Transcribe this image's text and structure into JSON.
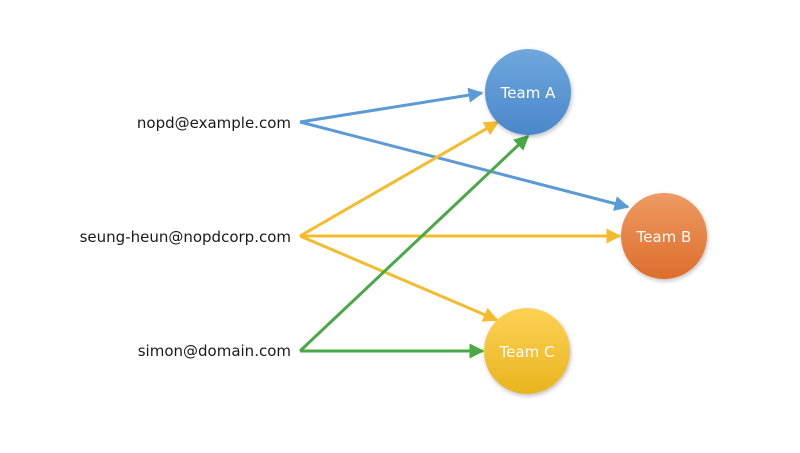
{
  "users": [
    {
      "id": "u1",
      "email": "nopd@example.com"
    },
    {
      "id": "u2",
      "email": "seung-heun@nopdcorp.com"
    },
    {
      "id": "u3",
      "email": "simon@domain.com"
    }
  ],
  "teams": [
    {
      "id": "a",
      "label": "Team A",
      "color_top": "#6fa6dc",
      "color_bottom": "#4a88cb"
    },
    {
      "id": "b",
      "label": "Team B",
      "color_top": "#ee9a63",
      "color_bottom": "#dd6d2b"
    },
    {
      "id": "c",
      "label": "Team C",
      "color_top": "#fdd155",
      "color_bottom": "#e8b41f"
    }
  ],
  "connections": [
    {
      "from": "u1",
      "to": "a",
      "color": "#5b9bd5"
    },
    {
      "from": "u1",
      "to": "b",
      "color": "#5b9bd5"
    },
    {
      "from": "u2",
      "to": "a",
      "color": "#f4bc2d"
    },
    {
      "from": "u2",
      "to": "b",
      "color": "#f4bc2d"
    },
    {
      "from": "u2",
      "to": "c",
      "color": "#f4bc2d"
    },
    {
      "from": "u3",
      "to": "a",
      "color": "#4aa847"
    },
    {
      "from": "u3",
      "to": "c",
      "color": "#4aa847"
    }
  ]
}
